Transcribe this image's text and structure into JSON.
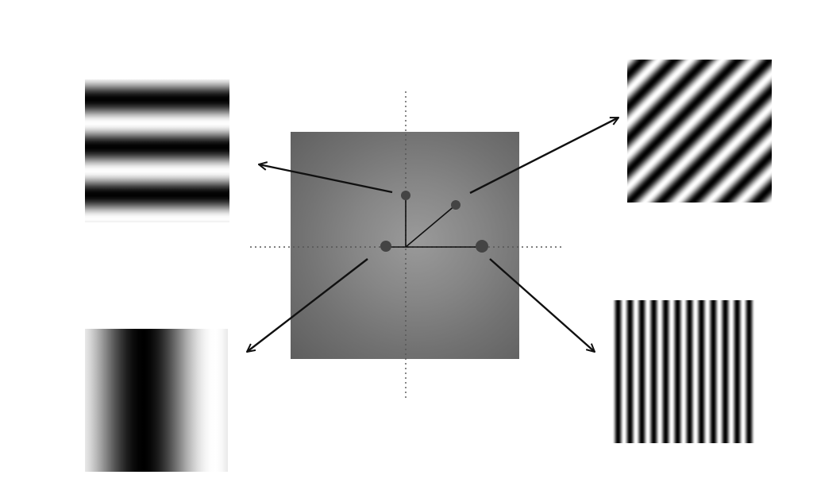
{
  "figure": {
    "background": "#ffffff",
    "spectrum": {
      "name": "frequency-domain-spectrum",
      "center_color": "#9a9a9a",
      "edge_color": "#5e5e5e"
    },
    "patterns": [
      {
        "name": "horizontal-stripes",
        "orientation": "horizontal",
        "cycles": 3
      },
      {
        "name": "diagonal-stripes",
        "orientation": "diagonal",
        "cycles": 9
      },
      {
        "name": "low-frequency-vertical",
        "orientation": "vertical",
        "cycles": 1
      },
      {
        "name": "high-frequency-vertical",
        "orientation": "vertical",
        "cycles": 12
      }
    ],
    "line_color": "#111111",
    "dot_color": "#444444",
    "axis_style": "dotted"
  }
}
